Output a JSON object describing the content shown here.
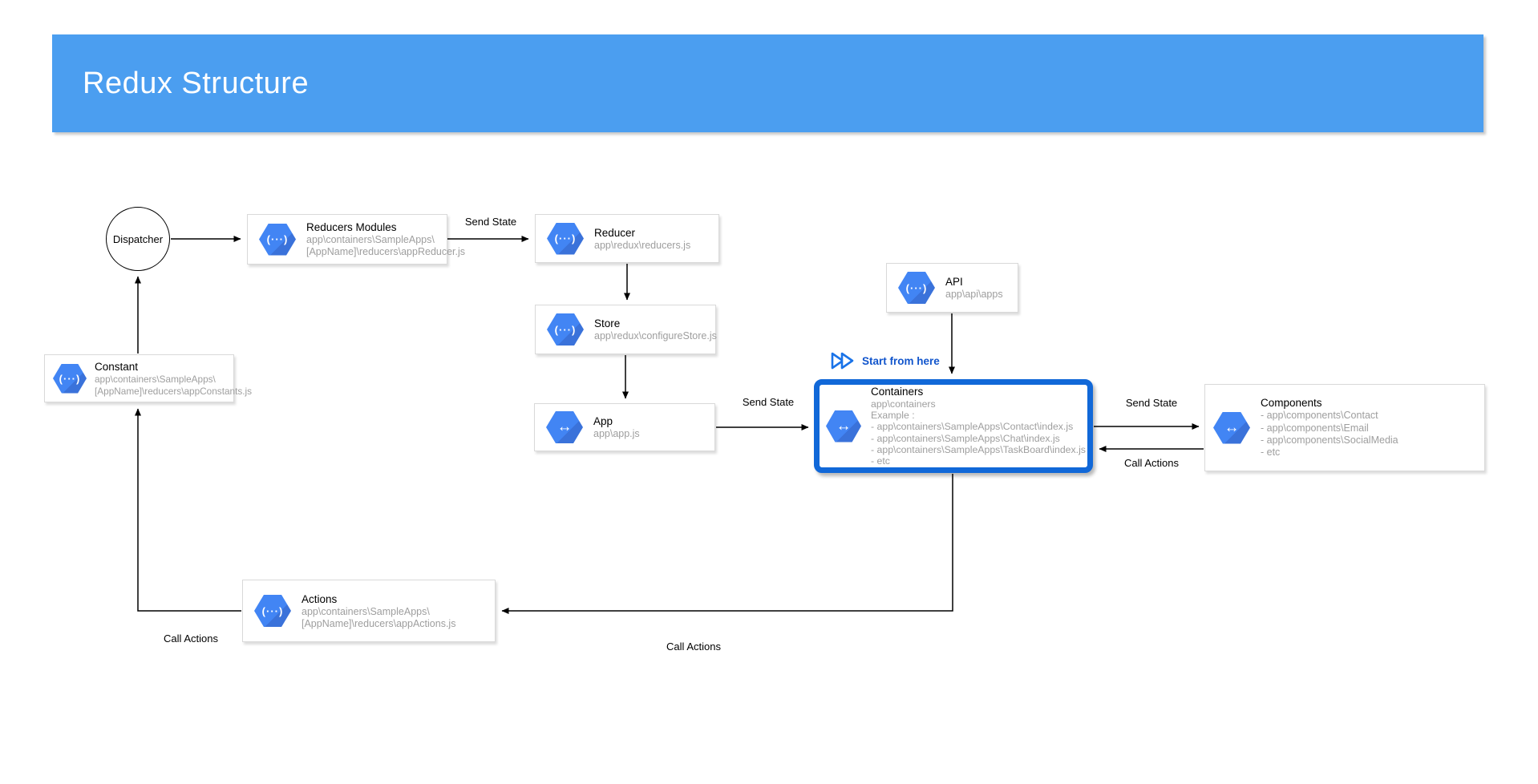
{
  "header": {
    "title": "Redux Structure",
    "bg_color": "#4B9EF0"
  },
  "colors": {
    "hexagon_blue": "#4285F4",
    "hexagon_shade": "#3A72DA",
    "highlight_border_blue": "#1168D8",
    "start_text_blue": "#1155CC",
    "subtitle_gray": "#9E9E9E"
  },
  "icons": {
    "code_hexagon_glyph": "(···)",
    "component_hexagon_glyph": "↔"
  },
  "callout": {
    "start_from_here": "Start from here"
  },
  "nodes": {
    "dispatcher": {
      "label": "Dispatcher"
    },
    "reducers_modules": {
      "title": "Reducers Modules",
      "lines": [
        "app\\containers\\SampleApps\\",
        "[AppName]\\reducers\\appReducer.js"
      ]
    },
    "reducer": {
      "title": "Reducer",
      "lines": [
        "app\\redux\\reducers.js"
      ]
    },
    "store": {
      "title": "Store",
      "lines": [
        "app\\redux\\configureStore.js"
      ]
    },
    "app": {
      "title": "App",
      "lines": [
        "app\\app.js"
      ]
    },
    "api": {
      "title": "API",
      "lines": [
        "app\\api\\apps"
      ]
    },
    "containers": {
      "title": "Containers",
      "lines": [
        "app\\containers",
        "Example :",
        "- app\\containers\\SampleApps\\Contact\\index.js",
        "- app\\containers\\SampleApps\\Chat\\index.js",
        "- app\\containers\\SampleApps\\TaskBoard\\index.js",
        "- etc"
      ]
    },
    "components": {
      "title": "Components",
      "lines": [
        "- app\\components\\Contact",
        "- app\\components\\Email",
        "- app\\components\\SocialMedia",
        "- etc"
      ]
    },
    "constant": {
      "title": "Constant",
      "lines": [
        "app\\containers\\SampleApps\\",
        "[AppName]\\reducers\\appConstants.js"
      ]
    },
    "actions": {
      "title": "Actions",
      "lines": [
        "app\\containers\\SampleApps\\",
        "[AppName]\\reducers\\appActions.js"
      ]
    }
  },
  "labels": {
    "send_state_reducer": "Send State",
    "send_state_containers": "Send State",
    "send_state_components": "Send State",
    "call_actions_components": "Call Actions",
    "call_actions_middle": "Call Actions",
    "call_actions_left": "Call Actions"
  }
}
